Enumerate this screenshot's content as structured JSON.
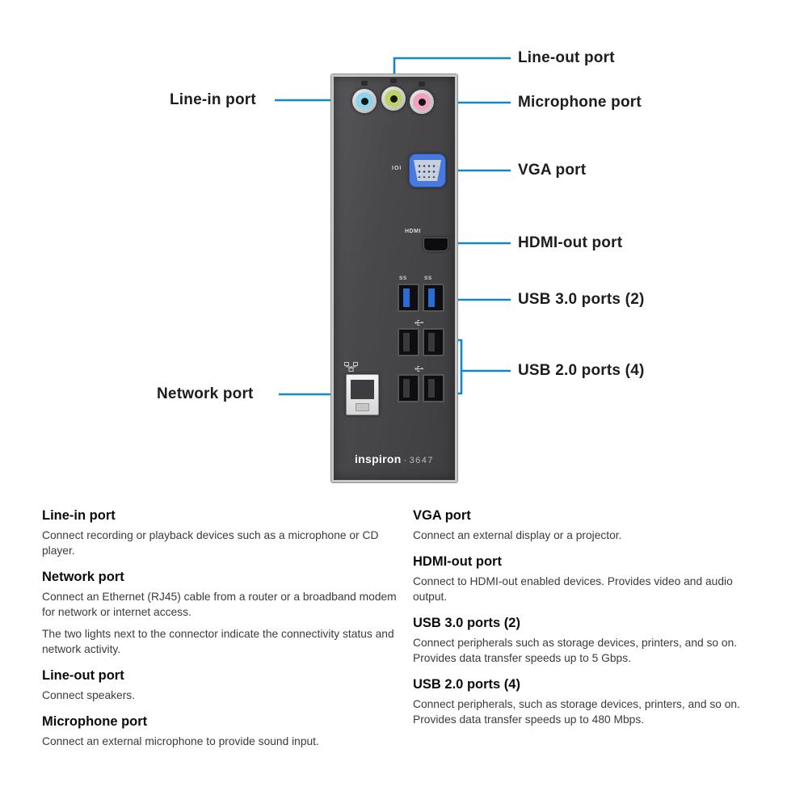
{
  "diagram": {
    "callouts": {
      "line_out": "Line-out port",
      "line_in": "Line-in port",
      "microphone": "Microphone port",
      "vga": "VGA port",
      "hdmi": "HDMI-out port",
      "usb3": "USB 3.0 ports (2)",
      "usb2": "USB 2.0 ports (4)",
      "network": "Network port"
    },
    "panel": {
      "brand": "inspiron",
      "separator": "·",
      "model": "3647",
      "vga_marking": "IOI",
      "hdmi_marking": "HDMI",
      "usb3_marking": "SS"
    },
    "colors": {
      "callout_line": "#1287c9",
      "line_in_jack": "#8fd4ea",
      "line_out_jack": "#bcd36a",
      "microphone_jack": "#f0a3c0",
      "vga_connector": "#4a79dd",
      "usb3_tongue": "#2b6cd4",
      "panel_body": "#47474a"
    }
  },
  "descriptions": {
    "left": [
      {
        "title": "Line-in port",
        "paragraphs": [
          "Connect recording or playback devices such as a microphone or CD player."
        ]
      },
      {
        "title": "Network port",
        "paragraphs": [
          "Connect an Ethernet (RJ45) cable from a router or a broadband modem for network or internet access.",
          "The two lights next to the connector indicate the connectivity status and network activity."
        ]
      },
      {
        "title": "Line-out port",
        "paragraphs": [
          "Connect speakers."
        ]
      },
      {
        "title": "Microphone port",
        "paragraphs": [
          "Connect an external microphone to provide sound input."
        ]
      }
    ],
    "right": [
      {
        "title": "VGA port",
        "paragraphs": [
          "Connect an external display or a projector."
        ]
      },
      {
        "title": "HDMI-out port",
        "paragraphs": [
          "Connect to HDMI-out enabled devices. Provides video and audio output."
        ]
      },
      {
        "title": "USB 3.0 ports (2)",
        "paragraphs": [
          "Connect peripherals such as storage devices, printers, and so on. Provides data transfer speeds up to 5 Gbps."
        ]
      },
      {
        "title": "USB 2.0 ports (4)",
        "paragraphs": [
          "Connect peripherals, such as storage devices, printers, and so on. Provides data transfer speeds up to 480 Mbps."
        ]
      }
    ]
  }
}
